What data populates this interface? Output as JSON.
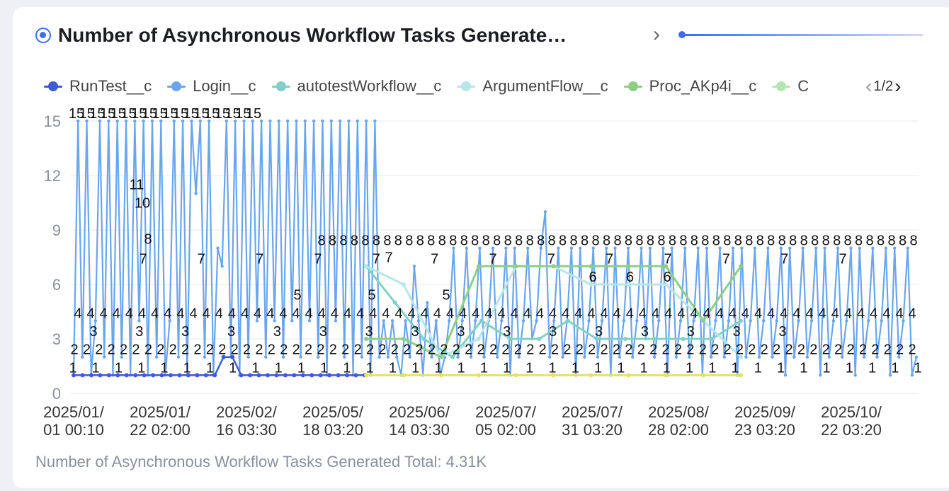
{
  "title": "Number of Asynchronous Workflow Tasks Generate…",
  "total_text": "Number of Asynchronous Workflow Tasks Generated Total: 4.31K",
  "legend_pager": "1/2",
  "legend": [
    {
      "name": "RunTest__c",
      "color": "#3d5bd9"
    },
    {
      "name": "Login__c",
      "color": "#6aa5ee"
    },
    {
      "name": "autotestWorkflow__c",
      "color": "#7fd0c6"
    },
    {
      "name": "ArgumentFlow__c",
      "color": "#b7e6e8"
    },
    {
      "name": "Proc_AKp4i__c",
      "color": "#8ccf84"
    },
    {
      "name": "C",
      "color": "#b2e8b0"
    }
  ],
  "icons": {
    "title": "target-icon",
    "prev": "chevron-left-icon",
    "next": "chevron-right-icon",
    "expand": "chevron-right-icon"
  },
  "chart_data": {
    "type": "line",
    "ylim": [
      0,
      15
    ],
    "yticks": [
      "0",
      "3",
      "6",
      "9",
      "12",
      "15"
    ],
    "grid": true,
    "legend_position": "top",
    "x_tick_labels": [
      [
        "2025/01/",
        "01 00:10"
      ],
      [
        "2025/01/",
        "22 02:00"
      ],
      [
        "2025/02/",
        "16 03:30"
      ],
      [
        "2025/05/",
        "18 03:20"
      ],
      [
        "2025/06/",
        "14 03:30"
      ],
      [
        "2025/07/",
        "05 02:00"
      ],
      [
        "2025/07/",
        "31 03:20"
      ],
      [
        "2025/08/",
        "28 02:00"
      ],
      [
        "2025/09/",
        "23 03:20"
      ],
      [
        "2025/10/",
        "22 03:20"
      ]
    ],
    "series": [
      {
        "name": "Login__c",
        "color": "#6aa5ee",
        "values": [
          1,
          15,
          2,
          15,
          1,
          4,
          15,
          2,
          15,
          1,
          15,
          2,
          15,
          1,
          15,
          4,
          15,
          1,
          15,
          2,
          15,
          1,
          4,
          15,
          2,
          15,
          1,
          15,
          11,
          15,
          2,
          15,
          1,
          8,
          7,
          15,
          2,
          15,
          1,
          15,
          2,
          15,
          4,
          15,
          2,
          15,
          4,
          15,
          2,
          15,
          4,
          15,
          2,
          15,
          4,
          15,
          2,
          15,
          1,
          15,
          4,
          15,
          2,
          15,
          1,
          15,
          2,
          15,
          1,
          15,
          2,
          4,
          2,
          4,
          2,
          1,
          4,
          2,
          7,
          4,
          1,
          5,
          2,
          4,
          1,
          2,
          4,
          8,
          2,
          4,
          8,
          2,
          4,
          8,
          2,
          4,
          8,
          2,
          4,
          8,
          1,
          8,
          2,
          4,
          8,
          3,
          4,
          8,
          10,
          2,
          4,
          8,
          2,
          4,
          8,
          1,
          8,
          2,
          4,
          8,
          2,
          4,
          8,
          1,
          8,
          2,
          4,
          8,
          2,
          4,
          8,
          3,
          8,
          2,
          4,
          8,
          1,
          8,
          2,
          4,
          8,
          2,
          4,
          8,
          1,
          8,
          2,
          4,
          8,
          2,
          4,
          8,
          1,
          8,
          2,
          4,
          8,
          2,
          4,
          8,
          2,
          4,
          8,
          1,
          8,
          2,
          4,
          8,
          2,
          4,
          8,
          1,
          8,
          2,
          4,
          8,
          2,
          4,
          8,
          1,
          8,
          2,
          4,
          8,
          2,
          4,
          8,
          1,
          8,
          2,
          4,
          8,
          1,
          2
        ]
      },
      {
        "name": "RunTest__c",
        "color": "#3d5bd9",
        "values": [
          1,
          1,
          1,
          1,
          1,
          1,
          1,
          1,
          1,
          1,
          1,
          1,
          1,
          1,
          1,
          1,
          1,
          2,
          2,
          1,
          1,
          1,
          1,
          1,
          1,
          1,
          1,
          1,
          1,
          1,
          1,
          1,
          1,
          1
        ]
      },
      {
        "name": "autotestWorkflow__c",
        "color": "#7fd0c6",
        "values": [
          7,
          5,
          3,
          2,
          4,
          3,
          3,
          4,
          3,
          3,
          3,
          3,
          3,
          4
        ]
      },
      {
        "name": "ArgumentFlow__c",
        "color": "#b7e6e8",
        "values": [
          7,
          6,
          2,
          3,
          7,
          7,
          6,
          6,
          6,
          4,
          2
        ]
      },
      {
        "name": "Proc_AKp4i__c",
        "color": "#8ccf84",
        "values": [
          3,
          3,
          2,
          7,
          7,
          7,
          7,
          7,
          7,
          4,
          7
        ]
      },
      {
        "name": "C",
        "color": "#e8dc6e",
        "values": [
          1,
          1,
          1,
          1,
          1,
          1,
          1,
          1,
          1,
          1,
          1
        ]
      }
    ],
    "data_labels_top": [
      "15",
      "15",
      "15",
      "15",
      "15",
      "15",
      "15",
      "15",
      "15",
      "15",
      "15",
      "15",
      "15",
      "15",
      "15",
      "15",
      "15",
      "15"
    ],
    "data_labels_8": [
      "8",
      "8",
      "8",
      "8",
      "8",
      "8",
      "8",
      "8",
      "8",
      "8",
      "8",
      "8",
      "8",
      "8",
      "8",
      "8",
      "8",
      "8",
      "8",
      "8",
      "8",
      "8",
      "8",
      "8",
      "8",
      "8",
      "8",
      "8",
      "8",
      "8",
      "8",
      "8",
      "8",
      "8",
      "8",
      "8",
      "8",
      "8",
      "8",
      "8",
      "8",
      "8",
      "8",
      "8",
      "8",
      "8",
      "8",
      "8",
      "8",
      "8",
      "8",
      "8",
      "8",
      "8",
      "8"
    ],
    "data_labels_7": [
      "7",
      "7",
      "7",
      "7",
      "7",
      "7",
      "7",
      "7",
      "7",
      "7",
      "7",
      "7",
      "7"
    ],
    "data_labels_6": [
      "6",
      "6",
      "6"
    ],
    "data_labels_5": [
      "5",
      "5",
      "5"
    ],
    "data_labels_4": [
      "4",
      "4",
      "4",
      "4",
      "4",
      "4",
      "4",
      "4",
      "4",
      "4",
      "4",
      "4",
      "4",
      "4",
      "4",
      "4",
      "4",
      "4",
      "4",
      "4",
      "4",
      "4",
      "4",
      "4",
      "4",
      "4",
      "4",
      "4",
      "4",
      "4",
      "4",
      "4",
      "4",
      "4",
      "4",
      "4",
      "4",
      "4",
      "4",
      "4",
      "4",
      "4",
      "4",
      "4",
      "4",
      "4",
      "4",
      "4",
      "4",
      "4",
      "4",
      "4",
      "4",
      "4",
      "4",
      "4",
      "4",
      "4",
      "4",
      "4",
      "4",
      "4",
      "4",
      "4",
      "4",
      "4"
    ],
    "data_labels_3": [
      "3",
      "3",
      "3",
      "3",
      "3",
      "3",
      "3",
      "3",
      "3",
      "3",
      "3",
      "3",
      "3",
      "3",
      "3",
      "3"
    ],
    "data_labels_2": [
      "2",
      "2",
      "2",
      "2",
      "2",
      "2",
      "2",
      "2",
      "2",
      "2",
      "2",
      "2",
      "2",
      "2",
      "2",
      "2",
      "2",
      "2",
      "2",
      "2",
      "2",
      "2",
      "2",
      "2",
      "2",
      "2",
      "2",
      "2",
      "2",
      "2",
      "2",
      "2",
      "2",
      "2",
      "2",
      "2",
      "2",
      "2",
      "2",
      "2",
      "2",
      "2",
      "2",
      "2",
      "2",
      "2",
      "2",
      "2",
      "2",
      "2",
      "2",
      "2",
      "2",
      "2",
      "2",
      "2",
      "2",
      "2",
      "2",
      "2",
      "2",
      "2",
      "2",
      "2",
      "2",
      "2",
      "2",
      "2",
      "2"
    ],
    "data_labels_1": [
      "1",
      "1",
      "1",
      "1",
      "1",
      "1",
      "1",
      "1",
      "1",
      "1",
      "1",
      "1",
      "1",
      "1",
      "1",
      "1",
      "1",
      "1",
      "1",
      "1",
      "1",
      "1",
      "1",
      "1",
      "1",
      "1",
      "1",
      "1",
      "1",
      "1",
      "1",
      "1",
      "1",
      "1",
      "1",
      "1",
      "1",
      "1"
    ],
    "extra_labels": [
      {
        "text": "11",
        "value": 11
      },
      {
        "text": "8",
        "value": 8
      },
      {
        "text": "7",
        "value": 7
      },
      {
        "text": "10",
        "value": 10
      }
    ]
  }
}
